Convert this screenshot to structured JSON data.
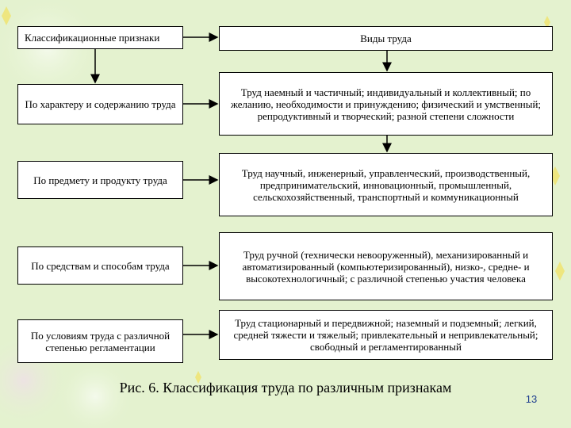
{
  "diagram": {
    "left_header": "Классификационные признаки",
    "right_header": "Виды труда",
    "rows": [
      {
        "criterion": "По характеру и содержанию труда",
        "types": "Труд наемный и частичный; индивидуальный и коллективный; по желанию, необходимости и принуждению; физический и умственный; репродуктивный и творческий;  разной степени сложности"
      },
      {
        "criterion": "По предмету и продукту труда",
        "types": "Труд научный, инженерный, управленческий, производственный, предпринимательский, инновационный, промышленный, сельскохозяйственный, транспортный и коммуникационный"
      },
      {
        "criterion": "По средствам и способам труда",
        "types": "Труд ручной (технически невооруженный), механизированный и автоматизированный (компьютеризированный), низко-, средне- и высокотехнологичный; с различной степенью участия человека"
      },
      {
        "criterion": "По условиям труда с различной степенью регламентации",
        "types": "Труд стационарный и передвижной; наземный и подземный; легкий, средней тяжести и тяжелый; привлекательный и непривлекательный; свободный и регламентированный"
      }
    ]
  },
  "caption": "Рис. 6. Классификация труда по различным признакам",
  "page_number": "13",
  "colors": {
    "background": "#e4f2cf",
    "box_fill": "#ffffff",
    "border": "#000000",
    "page_number": "#1f3f8f"
  }
}
